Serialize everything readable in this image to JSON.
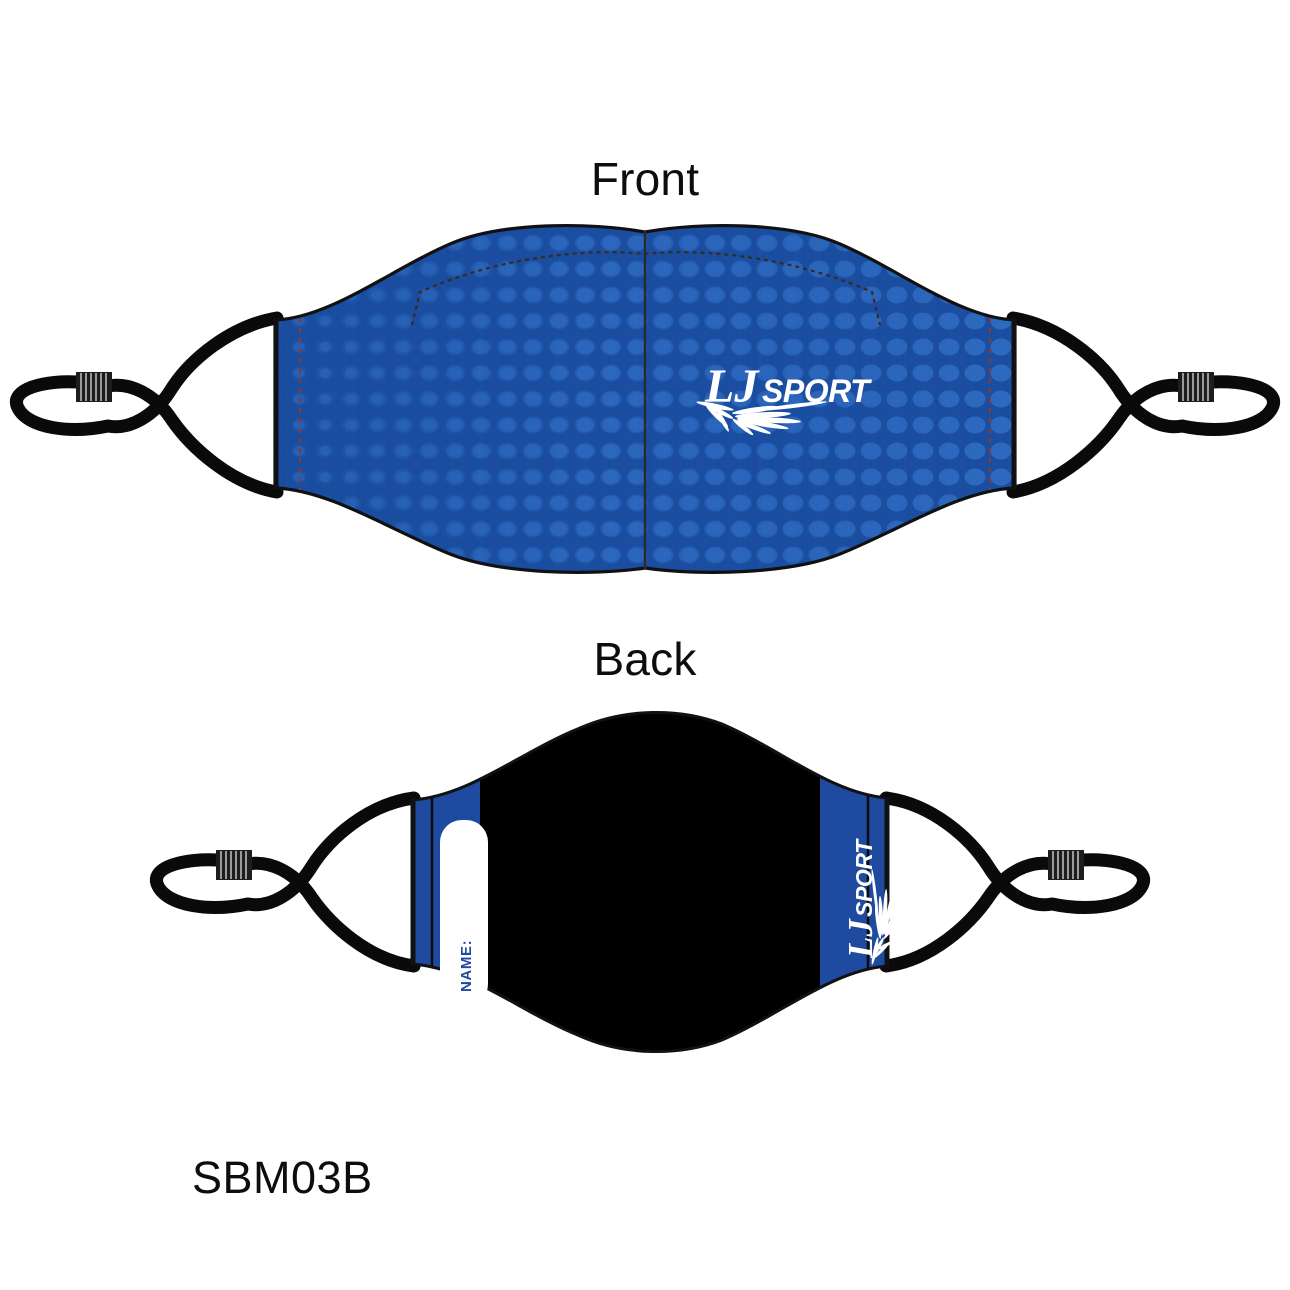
{
  "document": {
    "product_code": "SBM03B",
    "background_color": "#ffffff"
  },
  "views": [
    {
      "id": "front",
      "title": "Front",
      "body_color": "#1b4ea0",
      "panel_color": "#1e51a5",
      "pattern": "halftone-dot-gradient",
      "logo": {
        "text_primary": "LJ",
        "text_secondary": "SPORT",
        "color": "#ffffff",
        "mark": "starburst-rays"
      },
      "strap": {
        "color": "#0a0a0a",
        "adjuster": "ribbed-toggle",
        "end": "loop"
      },
      "seams": {
        "center_seam": true,
        "nose_dart": true,
        "side_panel_stitch": true
      }
    },
    {
      "id": "back",
      "title": "Back",
      "body_color": "#000000",
      "panel_color": "#1e4ba0",
      "name_tag": {
        "label": "NAME:",
        "label_color": "#1e4ba0",
        "field_color": "#ffffff",
        "orientation": "rotated-90"
      },
      "logo": {
        "text_primary": "LJ",
        "text_secondary": "SPORT",
        "color": "#ffffff",
        "mark": "starburst-rays",
        "orientation": "rotated-90"
      },
      "strap": {
        "color": "#0a0a0a",
        "adjuster": "ribbed-toggle",
        "end": "loop"
      }
    }
  ],
  "colors": {
    "brand_blue": "#1e4ba0",
    "front_blue": "#1b4ea0",
    "dot_blue": "#2a62b8",
    "black": "#000000",
    "white": "#ffffff",
    "outline": "#111111",
    "seam_red": "#8a3a2a"
  }
}
